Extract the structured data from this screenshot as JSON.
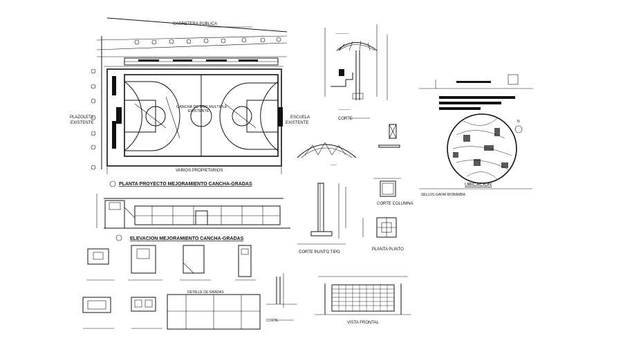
{
  "drawing": {
    "top_road_label": "CARRETERA PUBLICA",
    "plaza_label_1": "PLAZOLETA",
    "plaza_label_2": "EXISTENTE",
    "school_label_1": "ESCUELA",
    "school_label_2": "EXISTENTE",
    "court_center_1": "CANCHA DE USO MULTIPLE",
    "court_center_2": "EXISTENTE",
    "bottom_owner_label": "VARIOS PROPIETARIOS",
    "plan_title": "PLANTA PROYECTO MEJORAMIENTO CANCHA-GRADAS",
    "elevation_title": "ELEVACION MEJORAMIENTO CANCHA-GRADAS",
    "corte_label": "CORTE",
    "corte_columna": "CORTE COLUMNA",
    "corte_plinto": "CORTE PLINTO TIPO",
    "planta_plinto": "PLANTA PLINTO",
    "ubicacion": "UBICACION",
    "google_label": "SELLOS GAOM RIOBAMBA",
    "vista_frontal": "VISTA FRONTAL",
    "detalle_label": "DETALLE DE GRADAS",
    "corte_bottom": "CORTE",
    "north_letter": "N"
  }
}
